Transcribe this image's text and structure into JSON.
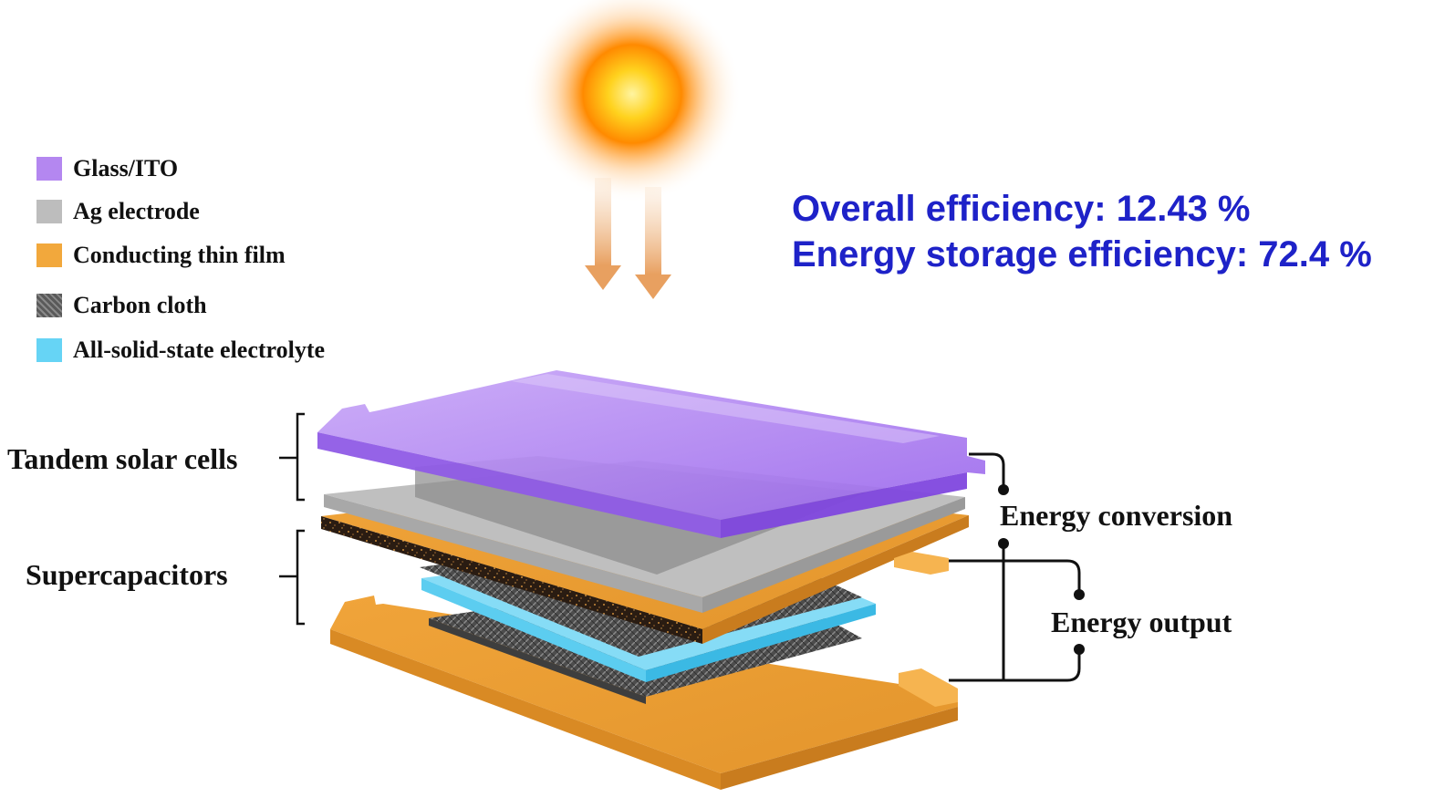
{
  "legend": {
    "items": [
      {
        "label": "Glass/ITO",
        "color": "#b487f0",
        "pattern": "solid"
      },
      {
        "label": "Ag electrode",
        "color": "#bdbdbd",
        "pattern": "solid"
      },
      {
        "label": "Conducting thin film",
        "color": "#f2a83c",
        "pattern": "solid"
      },
      {
        "label": "Carbon cloth",
        "color": "#5a5a5a",
        "pattern": "woven"
      },
      {
        "label": "All-solid-state electrolyte",
        "color": "#66d4f5",
        "pattern": "solid"
      }
    ]
  },
  "efficiency": {
    "overall": "Overall efficiency: 12.43 %",
    "storage": "Energy storage efficiency: 72.4 %",
    "color": "#1e22c8"
  },
  "labels": {
    "tandem": "Tandem solar cells",
    "supercapacitors": "Supercapacitors",
    "conversion": "Energy conversion",
    "output": "Energy output"
  }
}
